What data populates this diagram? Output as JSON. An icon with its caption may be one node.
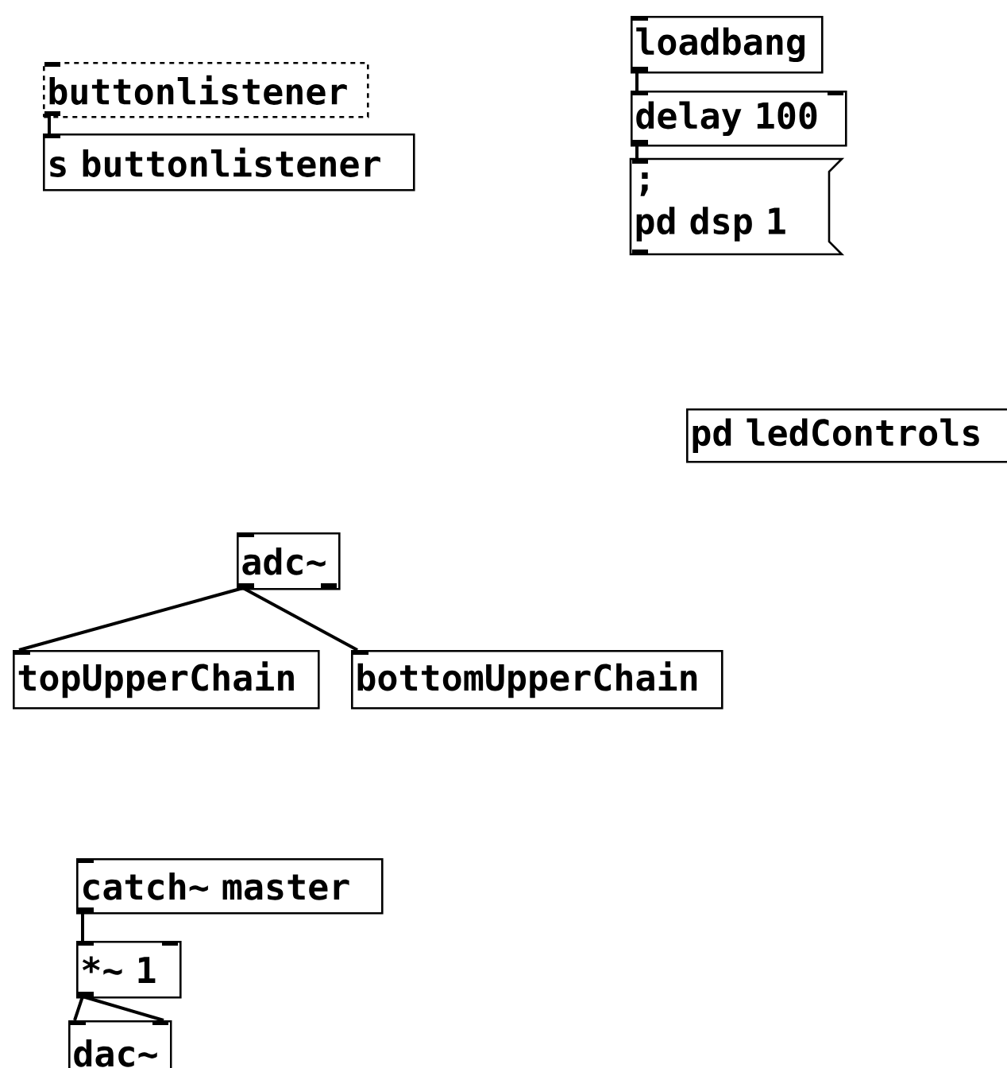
{
  "diagram": {
    "nodes": [
      {
        "text": [
          "buttonlistener"
        ]
      },
      {
        "text": [
          "s buttonlistener"
        ]
      },
      {
        "text": [
          "loadbang"
        ]
      },
      {
        "text": [
          "delay 100"
        ]
      },
      {
        "text": [
          ";",
          "pd dsp 1"
        ]
      },
      {
        "text": [
          "pd ledControls"
        ]
      },
      {
        "text": [
          "adc~"
        ]
      },
      {
        "text": [
          "topUpperChain"
        ]
      },
      {
        "text": [
          "bottomUpperChain"
        ]
      },
      {
        "text": [
          "catch~ master"
        ]
      },
      {
        "text": [
          "*~ 1"
        ]
      },
      {
        "text": [
          "dac~"
        ]
      }
    ],
    "edges": [
      {
        "from": 0,
        "to": 1,
        "arrow": "none"
      },
      {
        "from": 2,
        "to": 3,
        "arrow": "none"
      },
      {
        "from": 3,
        "to": 4,
        "arrow": "none"
      },
      {
        "from": 6,
        "to": 7,
        "arrow": "none"
      },
      {
        "from": 6,
        "to": 8,
        "arrow": "none"
      },
      {
        "from": 9,
        "to": 10,
        "arrow": "none"
      },
      {
        "from": 10,
        "to": 11,
        "arrow": "none"
      },
      {
        "from": 10,
        "to": 11,
        "arrow": "none"
      }
    ]
  }
}
